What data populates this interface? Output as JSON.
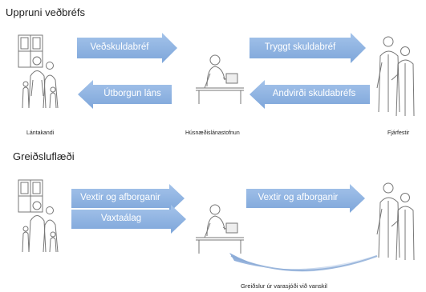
{
  "section1": {
    "title": "Uppruni veðbréfs",
    "arrows": [
      {
        "label": "Veðskuldabréf",
        "direction": "right"
      },
      {
        "label": "Tryggt skuldabréf",
        "direction": "right"
      },
      {
        "label": "Útborgun láns",
        "direction": "left"
      },
      {
        "label": "Andvirði skuldabréfs",
        "direction": "left"
      }
    ],
    "captions": {
      "left": "Lántakandi",
      "center": "Húsnæðislánastofnun",
      "right": "Fjárfestir"
    }
  },
  "section2": {
    "title": "Greiðsluflæði",
    "arrows": [
      {
        "label": "Vextir og afborganir",
        "direction": "right"
      },
      {
        "label": "Vextir og afborganir",
        "direction": "right"
      },
      {
        "label": "Vaxtaálag",
        "direction": "right"
      }
    ],
    "curve_caption": "Greiðslur úr varasjóði við vanskil"
  },
  "colors": {
    "arrow": "#8fb3e0",
    "arrow_text": "#ffffff",
    "curve": "#8aaad6",
    "figure_line": "#777777"
  },
  "icons": {
    "borrower": "family-with-house-icon",
    "institution": "person-at-desk-icon",
    "investor": "businessmen-icon"
  }
}
